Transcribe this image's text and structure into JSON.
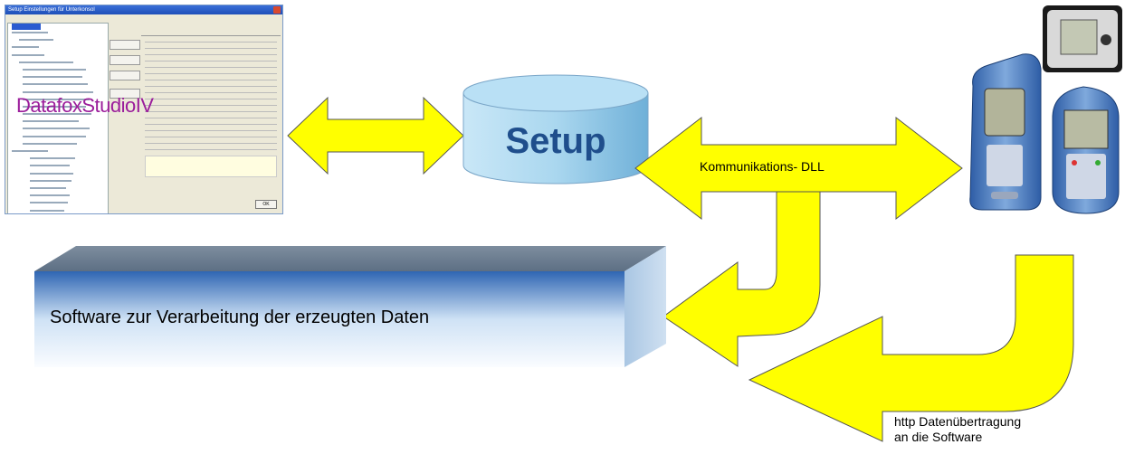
{
  "screenshot": {
    "window_title": "Setup Einstellungen für Unterkonsol",
    "overlay_label": "DatafoxStudioIV",
    "ok_label": "OK"
  },
  "setup_label": "Setup",
  "kommunikation_label": "Kommunikations- DLL",
  "software_label": "Software zur Verarbeitung der erzeugten Daten",
  "http_line1": "http Datenübertragung",
  "http_line2": "an die Software",
  "colors": {
    "arrow_fill": "#ffff00",
    "arrow_stroke": "#666666",
    "setup_text": "#1f4e8c",
    "studio_text": "#9b1d9b"
  }
}
